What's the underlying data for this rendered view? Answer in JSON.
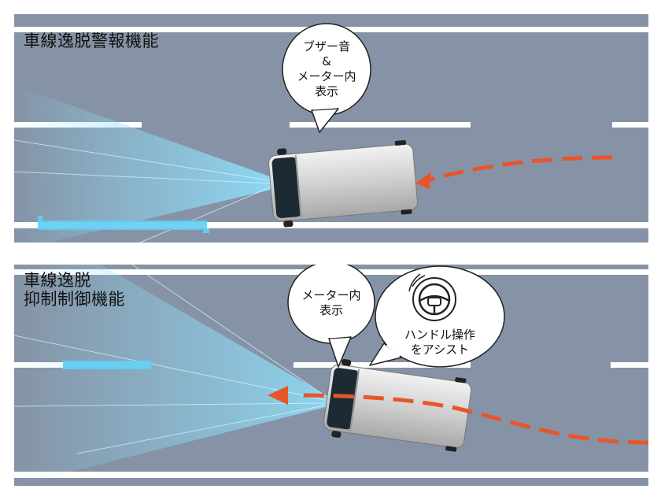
{
  "panel1": {
    "title": "車線逸脱警報機能",
    "bubble": "ブザー音\n&\nメーター内\n表示"
  },
  "panel2": {
    "title": "車線逸脱\n抑制制御機能",
    "bubble_meter": "メーター内\n表示",
    "bubble_steering": "ハンドル操作\nをアシスト"
  },
  "colors": {
    "road": "#8693a6",
    "lane_marking": "#ffffff",
    "arrow": "#e8552b",
    "camera_beam": "#7fd6f2",
    "lane_highlight": "#59c6ef"
  },
  "icons": [
    "steering-wheel-icon",
    "van-icon"
  ]
}
